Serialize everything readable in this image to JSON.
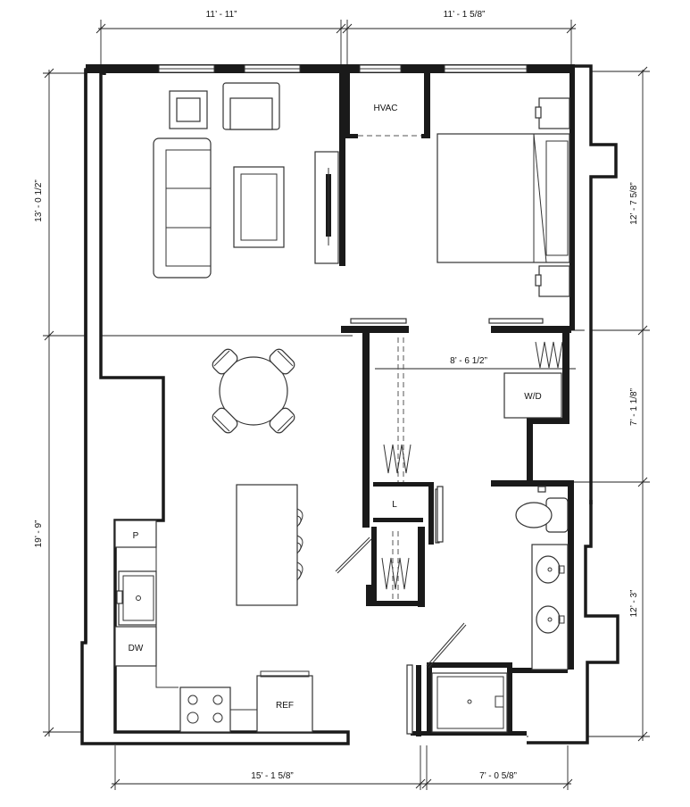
{
  "dimensions": {
    "top_left": "11’ - 11”",
    "top_right": "11’ - 1 5/8”",
    "left_upper": "13’ - 0 1/2”",
    "left_lower": "19’ - 9”",
    "right_upper": "12’ - 7 5/8”",
    "right_middle": "7’ - 1 1/8”",
    "right_lower": "12’ - 3”",
    "bottom_left": "15’ - 1 5/8”",
    "bottom_right": "7’ - 0 5/8”",
    "closet": "8’ - 6 1/2”"
  },
  "labels": {
    "hvac": "HVAC",
    "wd": "W/D",
    "linen": "L",
    "pantry": "P",
    "dishwasher": "DW",
    "refrigerator": "REF"
  }
}
